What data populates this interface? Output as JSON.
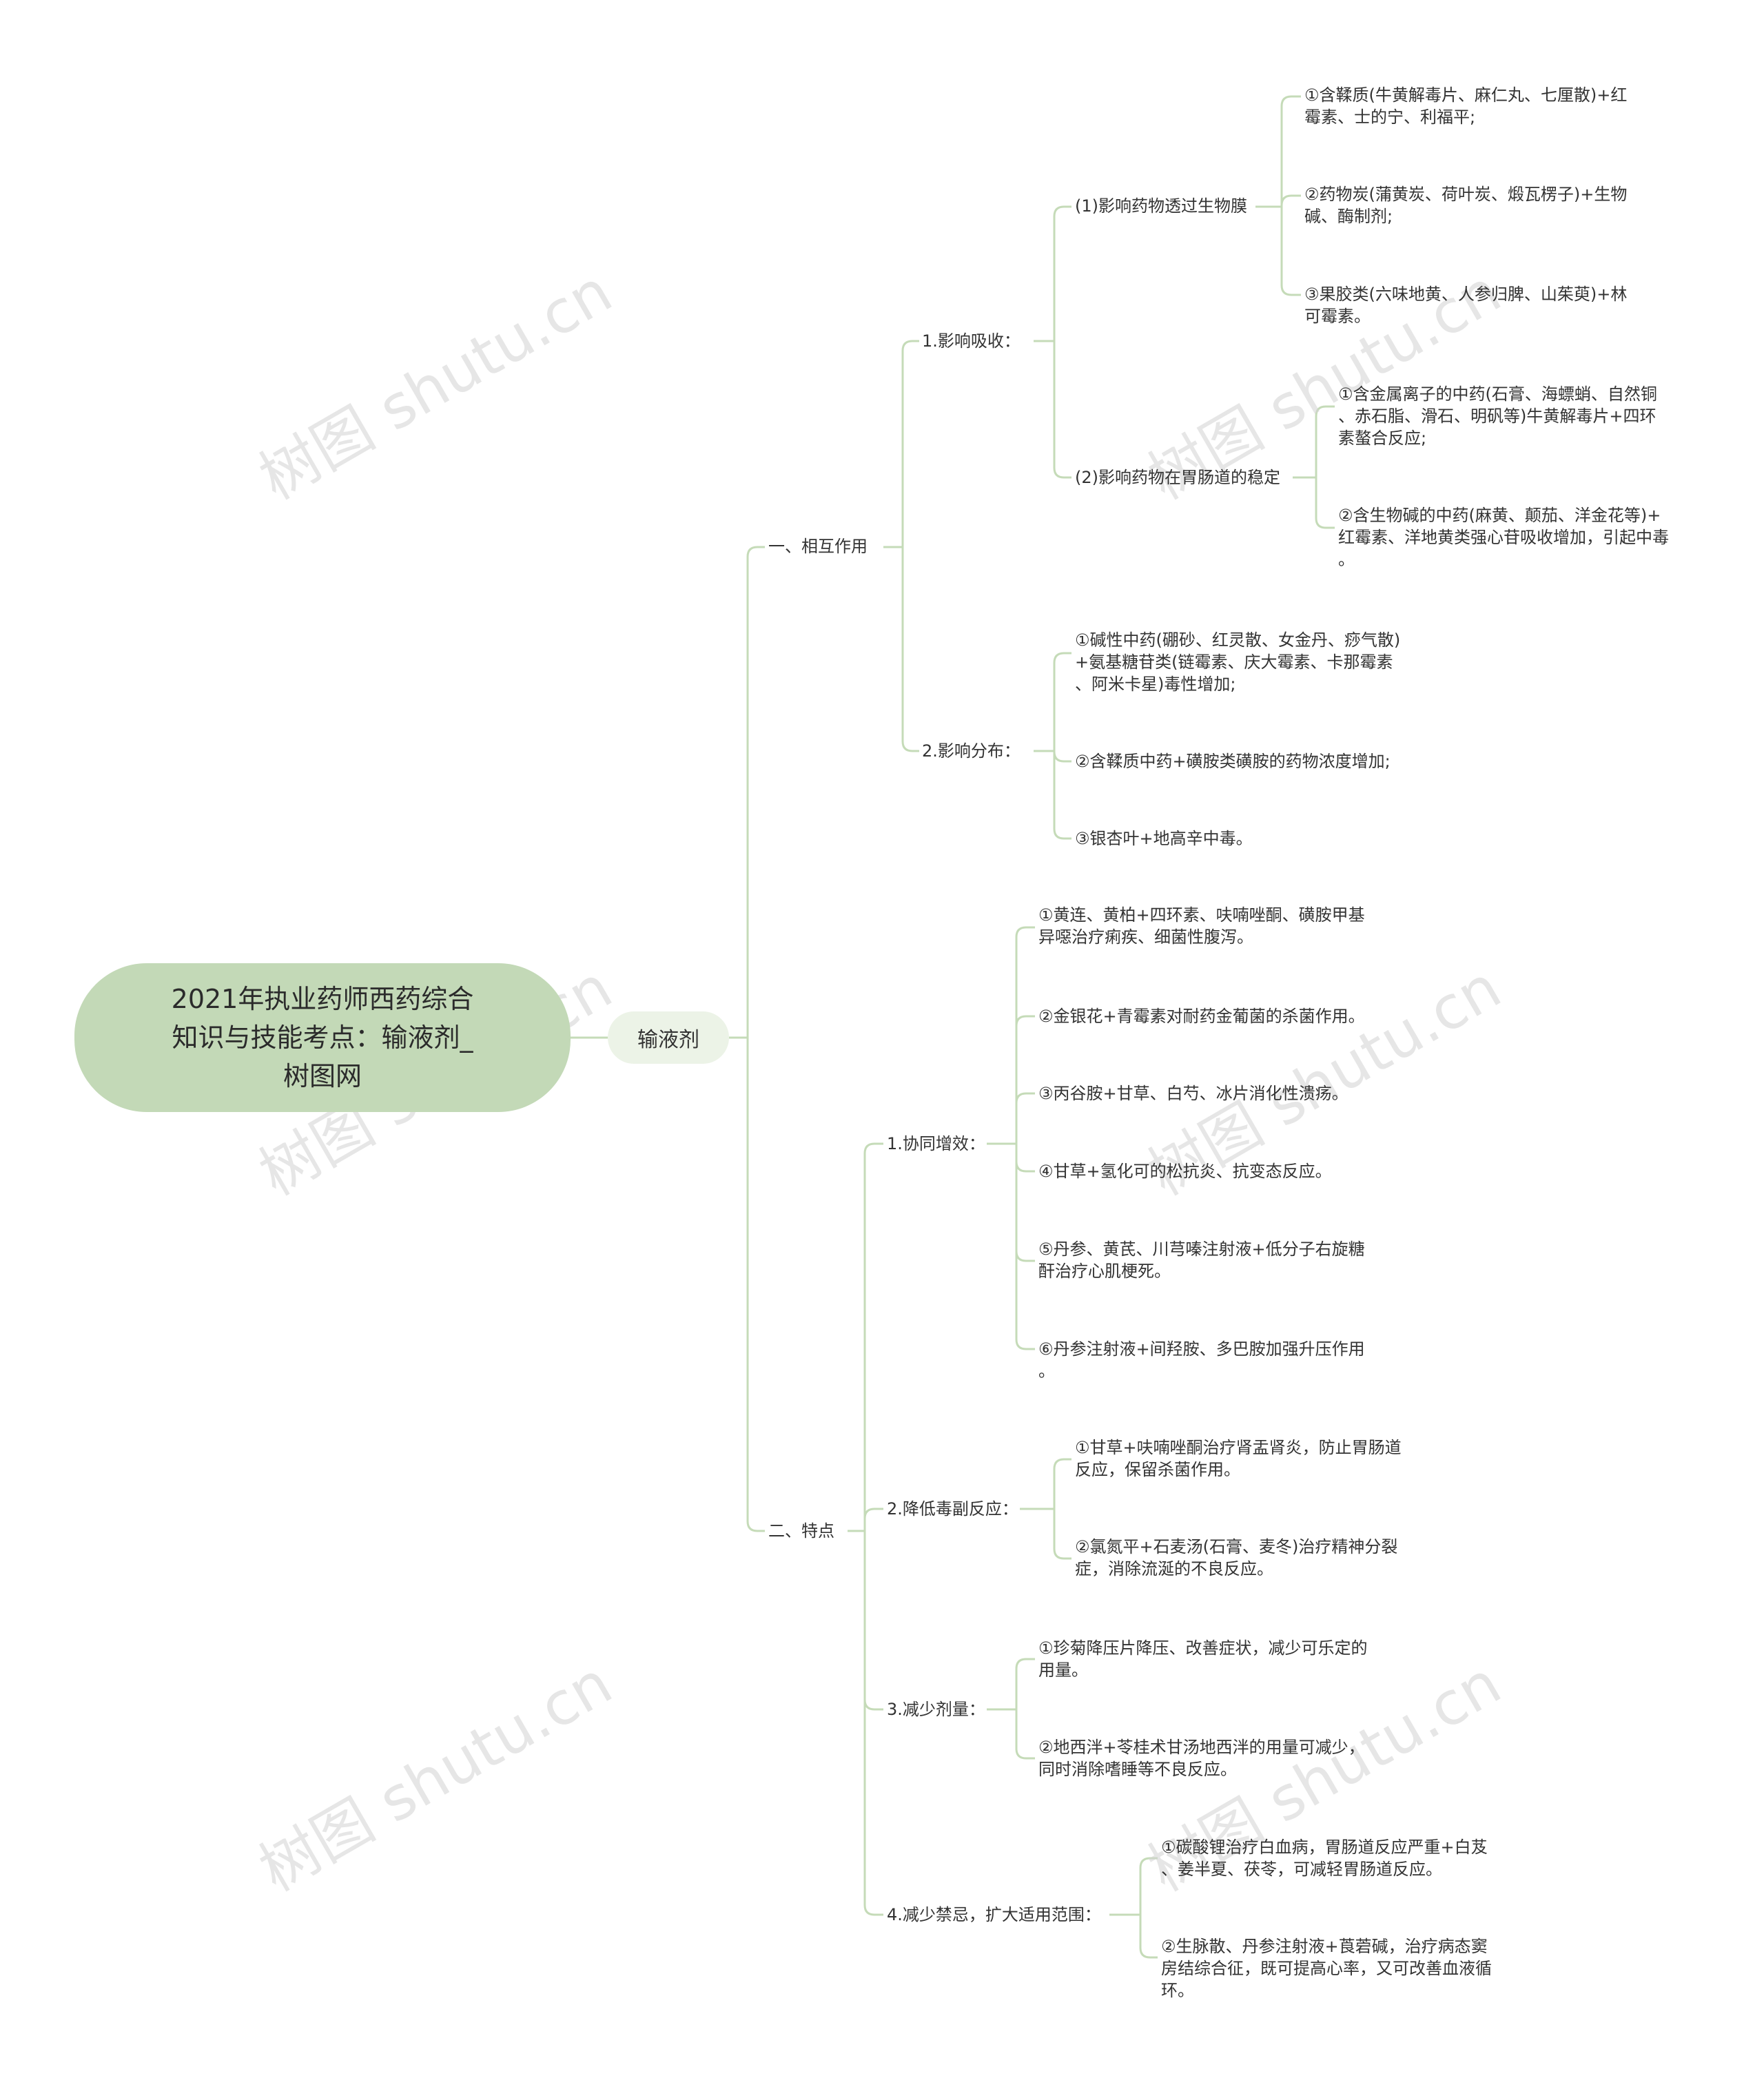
{
  "title": "2021年执业药师西药综合\n知识与技能考点：输液剂_\n树图网",
  "hub": "输液剂",
  "watermark": "树图 shutu.cn",
  "colors": {
    "root_bg": "#c3d9b7",
    "hub_bg": "#ecf3e7",
    "line": "#c5dbb8"
  },
  "sections": {
    "interaction": {
      "label": "一、相互作用",
      "absorb": {
        "label": "1.影响吸收：",
        "membrane": {
          "label": "(1)影响药物透过生物膜",
          "items": [
            "①含鞣质(牛黄解毒片、麻仁丸、七厘散)+红\n霉素、士的宁、利福平;",
            "②药物炭(蒲黄炭、荷叶炭、煅瓦楞子)+生物\n碱、酶制剂;",
            "③果胶类(六味地黄、人参归脾、山茱萸)+林\n可霉素。"
          ]
        },
        "stability": {
          "label": "(2)影响药物在胃肠道的稳定",
          "items": [
            "①含金属离子的中药(石膏、海螵蛸、自然铜\n、赤石脂、滑石、明矾等)牛黄解毒片+四环\n素螯合反应;",
            "②含生物碱的中药(麻黄、颠茄、洋金花等)+\n红霉素、洋地黄类强心苷吸收增加，引起中毒\n。"
          ]
        }
      },
      "distribution": {
        "label": "2.影响分布：",
        "items": [
          "①碱性中药(硼砂、红灵散、女金丹、痧气散)\n+氨基糖苷类(链霉素、庆大霉素、卡那霉素\n、阿米卡星)毒性增加;",
          "②含鞣质中药+磺胺类磺胺的药物浓度增加;",
          "③银杏叶+地高辛中毒。"
        ]
      }
    },
    "features": {
      "label": "二、特点",
      "synergy": {
        "label": "1.协同增效：",
        "items": [
          "①黄连、黄柏+四环素、呋喃唑酮、磺胺甲基\n异噁治疗痢疾、细菌性腹泻。",
          "②金银花+青霉素对耐药金葡菌的杀菌作用。",
          "③丙谷胺+甘草、白芍、冰片消化性溃疡。",
          "④甘草+氢化可的松抗炎、抗变态反应。",
          "⑤丹参、黄芪、川芎嗪注射液+低分子右旋糖\n酐治疗心肌梗死。",
          "⑥丹参注射液+间羟胺、多巴胺加强升压作用\n。"
        ]
      },
      "reduce_toxicity": {
        "label": "2.降低毒副反应：",
        "items": [
          "①甘草+呋喃唑酮治疗肾盂肾炎，防止胃肠道\n反应，保留杀菌作用。",
          "②氯氮平+石麦汤(石膏、麦冬)治疗精神分裂\n症，消除流涎的不良反应。"
        ]
      },
      "reduce_dose": {
        "label": "3.减少剂量：",
        "items": [
          "①珍菊降压片降压、改善症状，减少可乐定的\n用量。",
          "②地西泮+苓桂术甘汤地西泮的用量可减少，\n同时消除嗜睡等不良反应。"
        ]
      },
      "reduce_contra": {
        "label": "4.减少禁忌，扩大适用范围：",
        "items": [
          "①碳酸锂治疗白血病，胃肠道反应严重+白芨\n、姜半夏、茯苓，可减轻胃肠道反应。",
          "②生脉散、丹参注射液+莨菪碱，治疗病态窦\n房结综合征，既可提高心率，又可改善血液循\n环。"
        ]
      }
    }
  }
}
